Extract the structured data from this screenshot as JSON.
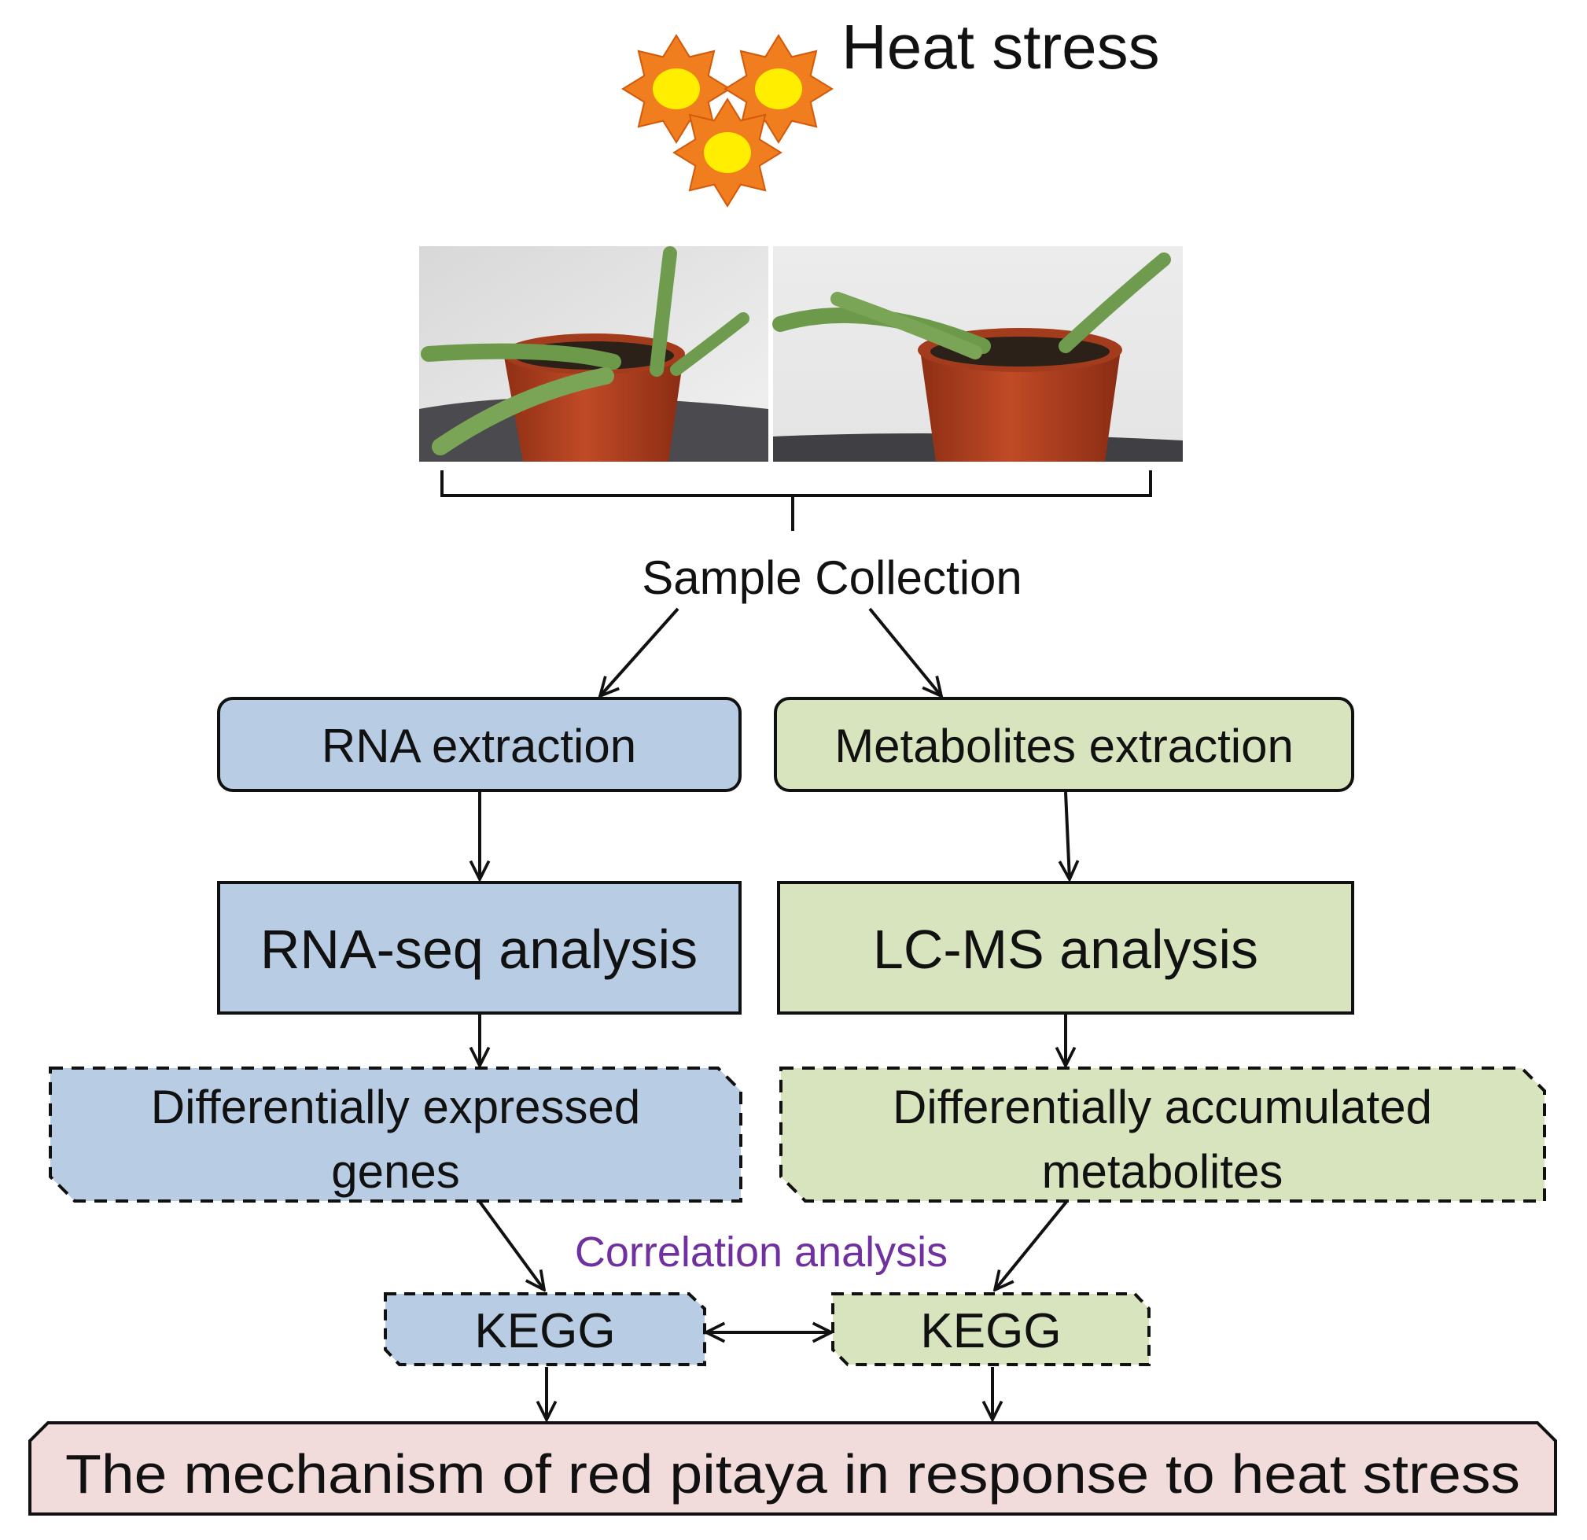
{
  "title": "Heat stress",
  "sample_label": "Sample Collection",
  "correlation_label": "Correlation analysis",
  "left": {
    "extraction": "RNA extraction",
    "analysis": "RNA-seq analysis",
    "differential_line1": "Differentially expressed",
    "differential_line2": "genes",
    "kegg": "KEGG"
  },
  "right": {
    "extraction": "Metabolites extraction",
    "analysis": "LC-MS analysis",
    "differential_line1": "Differentially accumulated",
    "differential_line2": "metabolites",
    "kegg": "KEGG"
  },
  "conclusion": "The mechanism of red pitaya in response to heat stress",
  "colors": {
    "blue_fill": "#b8cce4",
    "green_fill": "#d7e4bd",
    "pink_fill": "#f2dcdb",
    "purple_text": "#7030a0",
    "sun_orange": "#f07d1e",
    "sun_yellow": "#ffee00"
  },
  "icons": [
    "sun-icon",
    "sun-icon",
    "sun-icon",
    "pitaya-plant-photo",
    "pitaya-plant-photo"
  ]
}
